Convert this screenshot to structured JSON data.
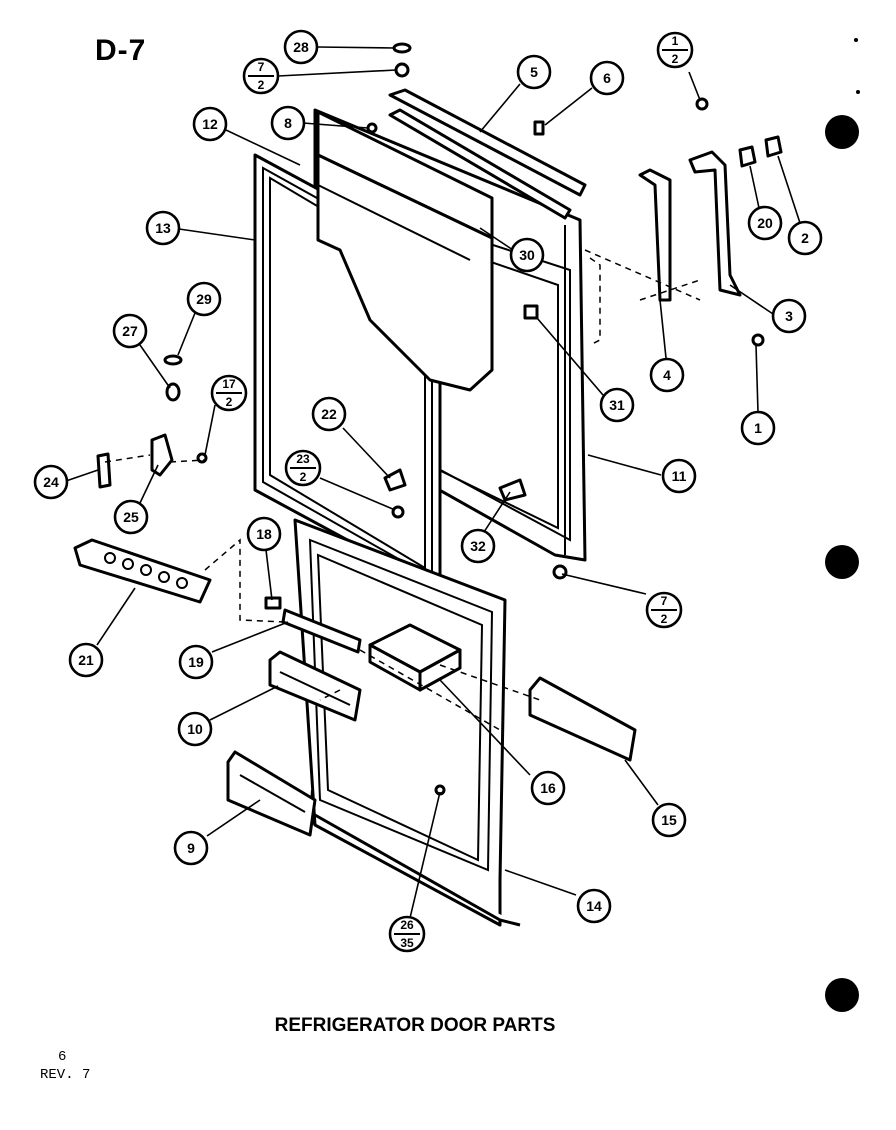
{
  "header": {
    "page_code": "D-7"
  },
  "caption": "REFRIGERATOR DOOR PARTS",
  "footer": {
    "page_number": "6",
    "revision": "REV. 7"
  },
  "callouts": [
    {
      "id": "28",
      "label": "28"
    },
    {
      "id": "7-2-top",
      "num": "7",
      "den": "2"
    },
    {
      "id": "5",
      "label": "5"
    },
    {
      "id": "6",
      "label": "6"
    },
    {
      "id": "1-2",
      "num": "1",
      "den": "2"
    },
    {
      "id": "12",
      "label": "12"
    },
    {
      "id": "8",
      "label": "8"
    },
    {
      "id": "20",
      "label": "20"
    },
    {
      "id": "2",
      "label": "2"
    },
    {
      "id": "13",
      "label": "13"
    },
    {
      "id": "30",
      "label": "30"
    },
    {
      "id": "3",
      "label": "3"
    },
    {
      "id": "29",
      "label": "29"
    },
    {
      "id": "27",
      "label": "27"
    },
    {
      "id": "4",
      "label": "4"
    },
    {
      "id": "31",
      "label": "31"
    },
    {
      "id": "17-2",
      "num": "17",
      "den": "2"
    },
    {
      "id": "1",
      "label": "1"
    },
    {
      "id": "22",
      "label": "22"
    },
    {
      "id": "23-2",
      "num": "23",
      "den": "2"
    },
    {
      "id": "11",
      "label": "11"
    },
    {
      "id": "24",
      "label": "24"
    },
    {
      "id": "25",
      "label": "25"
    },
    {
      "id": "18",
      "label": "18"
    },
    {
      "id": "32",
      "label": "32"
    },
    {
      "id": "7-2-bottom",
      "num": "7",
      "den": "2"
    },
    {
      "id": "21",
      "label": "21"
    },
    {
      "id": "19",
      "label": "19"
    },
    {
      "id": "10",
      "label": "10"
    },
    {
      "id": "16-a",
      "label": "16"
    },
    {
      "id": "15",
      "label": "15"
    },
    {
      "id": "9",
      "label": "9"
    },
    {
      "id": "14",
      "label": "14"
    },
    {
      "id": "26-35",
      "num": "26",
      "den": "35"
    }
  ]
}
